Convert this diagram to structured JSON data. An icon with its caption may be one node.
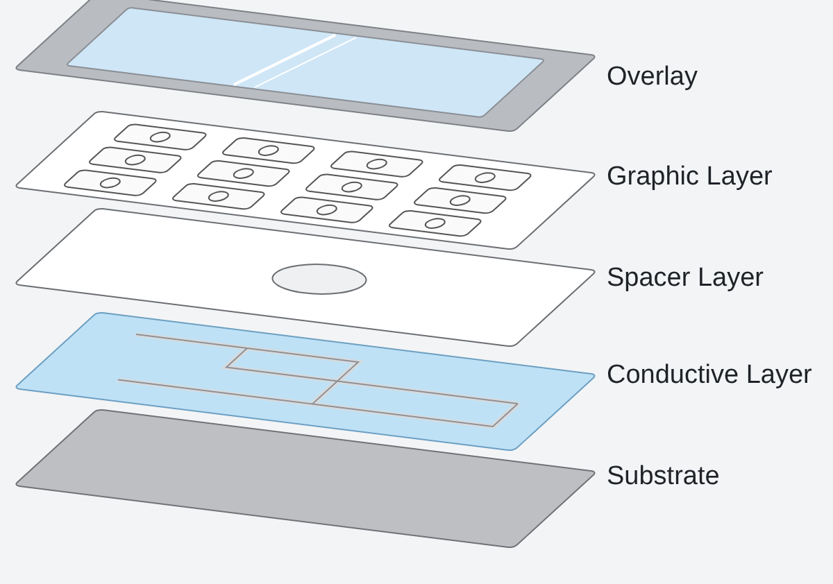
{
  "diagram": {
    "labels": [
      "Overlay",
      "Graphic Layer",
      "Spacer Layer",
      "Conductive Layer",
      "Substrate"
    ]
  }
}
